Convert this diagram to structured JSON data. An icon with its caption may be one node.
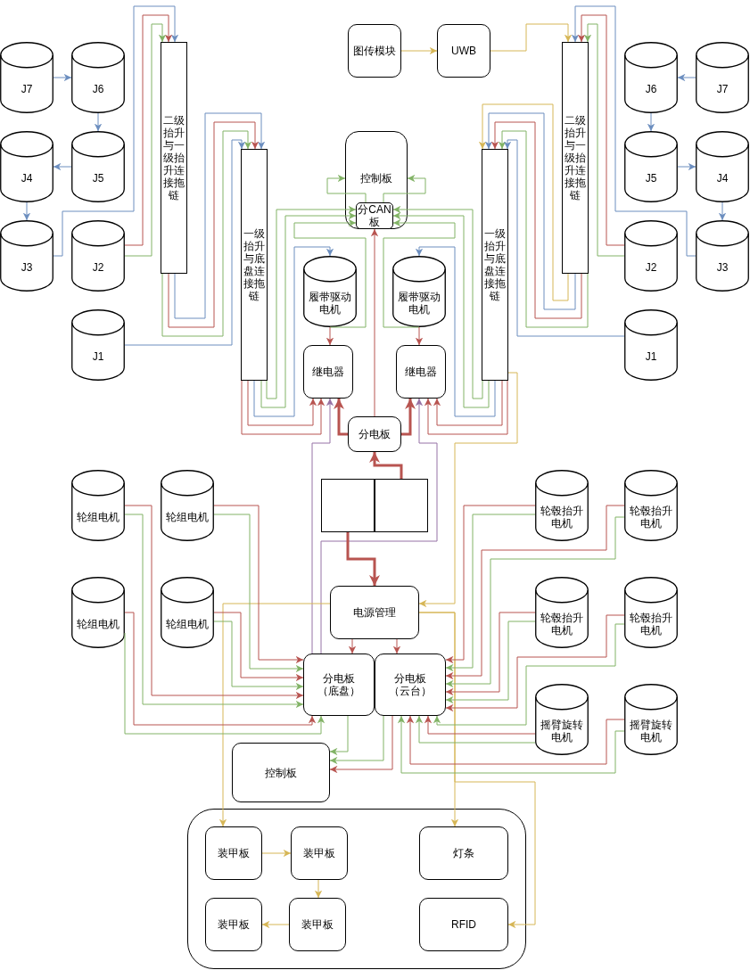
{
  "diagram": {
    "nodes": [
      {
        "text": [
          "J7"
        ]
      },
      {
        "text": [
          "J6"
        ]
      },
      {
        "text": [
          "二级抬升与一级抬升连接拖链"
        ]
      },
      {
        "text": [
          "图传模块"
        ]
      },
      {
        "text": [
          "UWB"
        ]
      },
      {
        "text": [
          "二级抬升与一级抬升连接拖链"
        ]
      },
      {
        "text": [
          "J6"
        ]
      },
      {
        "text": [
          "J7"
        ]
      },
      {
        "text": [
          "J4"
        ]
      },
      {
        "text": [
          "J5"
        ]
      },
      {
        "text": [
          "控制板"
        ]
      },
      {
        "text": [
          "分CAN板"
        ],
        "in": 10
      },
      {
        "text": [
          "一级抬升与底盘连接拖链"
        ]
      },
      {
        "text": [
          "一级抬升与底盘连接拖链"
        ]
      },
      {
        "text": [
          "J5"
        ]
      },
      {
        "text": [
          "J4"
        ]
      },
      {
        "text": [
          "J3"
        ]
      },
      {
        "text": [
          "J2"
        ]
      },
      {
        "text": [
          "J2"
        ]
      },
      {
        "text": [
          "J3"
        ]
      },
      {
        "text": [
          "履带驱动电机"
        ]
      },
      {
        "text": [
          "履带驱动电机"
        ]
      },
      {
        "text": [
          "J1"
        ]
      },
      {
        "text": [
          "J1"
        ]
      },
      {
        "text": [
          "继电器"
        ]
      },
      {
        "text": [
          "继电器"
        ]
      },
      {
        "text": [
          "分电板"
        ]
      },
      {
        "text": [],
        "shape": "box"
      },
      {
        "text": [],
        "shape": "box"
      },
      {
        "text": [
          "轮组电机"
        ]
      },
      {
        "text": [
          "轮组电机"
        ]
      },
      {
        "text": [
          "轮毂抬升电机"
        ]
      },
      {
        "text": [
          "轮毂抬升电机"
        ]
      },
      {
        "text": [
          "轮组电机"
        ]
      },
      {
        "text": [
          "轮组电机"
        ]
      },
      {
        "text": [
          "电源管理"
        ]
      },
      {
        "text": [
          "轮毂抬升电机"
        ]
      },
      {
        "text": [
          "轮毂抬升电机"
        ]
      },
      {
        "text": [
          "分电板（底盘）"
        ]
      },
      {
        "text": [
          "分电板（云台）"
        ]
      },
      {
        "text": [
          "摇臂旋转电机"
        ]
      },
      {
        "text": [
          "摇臂旋转电机"
        ]
      },
      {
        "text": [
          "控制板"
        ]
      },
      {
        "text": [],
        "shape": "box"
      },
      {
        "text": [
          "装甲板"
        ],
        "in": 43
      },
      {
        "text": [
          "装甲板"
        ],
        "in": 43
      },
      {
        "text": [
          "灯条"
        ],
        "in": 43
      },
      {
        "text": [
          "装甲板"
        ],
        "in": 43
      },
      {
        "text": [
          "装甲板"
        ],
        "in": 43
      },
      {
        "text": [
          "RFID"
        ],
        "in": 43
      }
    ],
    "edges": [
      {
        "from": 0,
        "to": 1,
        "arrow": "to",
        "color": "#6c8ebf"
      },
      {
        "from": 1,
        "to": 9,
        "arrow": "to",
        "color": "#6c8ebf"
      },
      {
        "from": 9,
        "to": 8,
        "arrow": "to",
        "color": "#6c8ebf"
      },
      {
        "from": 8,
        "to": 16,
        "arrow": "to",
        "color": "#6c8ebf"
      },
      {
        "from": 16,
        "to": 2,
        "arrow": "to",
        "color": "#6c8ebf"
      },
      {
        "from": 17,
        "to": 2,
        "arrow": "to"
      },
      {
        "from": 17,
        "to": 2,
        "arrow": "to",
        "color": "#82b366"
      },
      {
        "from": 2,
        "to": 12,
        "arrow": "to",
        "color": "#6c8ebf"
      },
      {
        "from": 2,
        "to": 12,
        "arrow": "to"
      },
      {
        "from": 2,
        "to": 12,
        "arrow": "to",
        "color": "#82b366"
      },
      {
        "from": 22,
        "to": 12,
        "arrow": "to",
        "color": "#6c8ebf"
      },
      {
        "from": 12,
        "to": 24,
        "arrow": "to"
      },
      {
        "from": 12,
        "to": 24,
        "arrow": "to"
      },
      {
        "from": 12,
        "to": 20,
        "arrow": "to",
        "color": "#6c8ebf"
      },
      {
        "from": 12,
        "to": 11,
        "arrow": "to",
        "color": "#82b366"
      },
      {
        "from": 12,
        "to": 11,
        "arrow": "to",
        "color": "#82b366"
      },
      {
        "from": 20,
        "to": 11,
        "arrow": "to",
        "color": "#82b366"
      },
      {
        "from": 11,
        "to": 10,
        "arrow": "to",
        "color": "#82b366"
      },
      {
        "from": 11,
        "to": 10,
        "arrow": "to",
        "color": "#82b366"
      },
      {
        "from": 3,
        "to": 4,
        "arrow": "to",
        "color": "#d6b656"
      },
      {
        "from": 4,
        "to": 5,
        "arrow": "to",
        "color": "#d6b656"
      },
      {
        "from": 7,
        "to": 6,
        "arrow": "to",
        "color": "#6c8ebf"
      },
      {
        "from": 6,
        "to": 14,
        "arrow": "to",
        "color": "#6c8ebf"
      },
      {
        "from": 14,
        "to": 15,
        "arrow": "to",
        "color": "#6c8ebf"
      },
      {
        "from": 15,
        "to": 19,
        "arrow": "to",
        "color": "#6c8ebf"
      },
      {
        "from": 19,
        "to": 5,
        "arrow": "to",
        "color": "#6c8ebf"
      },
      {
        "from": 18,
        "to": 5,
        "arrow": "to"
      },
      {
        "from": 18,
        "to": 5,
        "arrow": "to",
        "color": "#82b366"
      },
      {
        "from": 5,
        "to": 13,
        "arrow": "to",
        "color": "#d6b656"
      },
      {
        "from": 5,
        "to": 13,
        "arrow": "to",
        "color": "#6c8ebf"
      },
      {
        "from": 5,
        "to": 13,
        "arrow": "to"
      },
      {
        "from": 5,
        "to": 13,
        "arrow": "to",
        "color": "#82b366"
      },
      {
        "from": 23,
        "to": 13,
        "arrow": "to",
        "color": "#6c8ebf"
      },
      {
        "from": 13,
        "to": 11,
        "arrow": "to",
        "color": "#82b366"
      },
      {
        "from": 13,
        "to": 11,
        "arrow": "to",
        "color": "#82b366"
      },
      {
        "from": 13,
        "to": 21,
        "arrow": "to",
        "color": "#6c8ebf"
      },
      {
        "from": 13,
        "to": 25,
        "arrow": "to"
      },
      {
        "from": 13,
        "to": 25,
        "arrow": "to"
      },
      {
        "from": 21,
        "to": 11,
        "arrow": "to",
        "color": "#82b366"
      },
      {
        "from": 13,
        "to": 35,
        "arrow": "to",
        "color": "#d6b656"
      },
      {
        "from": 20,
        "to": 24,
        "arrow": "to"
      },
      {
        "from": 21,
        "to": 25,
        "arrow": "to"
      },
      {
        "from": 26,
        "to": 11,
        "arrow": "to"
      },
      {
        "from": 26,
        "to": 24,
        "arrow": "to",
        "style": "thick"
      },
      {
        "from": 26,
        "to": 25,
        "arrow": "to",
        "style": "thick"
      },
      {
        "from": 38,
        "to": 24,
        "arrow": "to",
        "color": "#9673a6"
      },
      {
        "from": 38,
        "to": 25,
        "arrow": "to",
        "color": "#9673a6"
      },
      {
        "from": 28,
        "to": 26,
        "arrow": "to",
        "style": "thick"
      },
      {
        "from": 27,
        "to": 35,
        "arrow": "to",
        "style": "thick"
      },
      {
        "from": 35,
        "to": 38,
        "arrow": "to"
      },
      {
        "from": 35,
        "to": 39,
        "arrow": "to"
      },
      {
        "from": 35,
        "to": 44,
        "arrow": "to",
        "color": "#d6b656"
      },
      {
        "from": 35,
        "to": 46,
        "arrow": "to",
        "color": "#d6b656"
      },
      {
        "from": 35,
        "to": 49,
        "arrow": "to",
        "color": "#d6b656"
      },
      {
        "from": 44,
        "to": 45,
        "arrow": "to",
        "color": "#d6b656"
      },
      {
        "from": 45,
        "to": 48,
        "arrow": "to",
        "color": "#d6b656"
      },
      {
        "from": 48,
        "to": 47,
        "arrow": "to",
        "color": "#d6b656"
      },
      {
        "from": 29,
        "to": 38,
        "arrow": "to"
      },
      {
        "from": 29,
        "to": 38,
        "arrow": "to",
        "color": "#82b366"
      },
      {
        "from": 30,
        "to": 38,
        "arrow": "to"
      },
      {
        "from": 30,
        "to": 38,
        "arrow": "to",
        "color": "#82b366"
      },
      {
        "from": 33,
        "to": 38,
        "arrow": "to"
      },
      {
        "from": 33,
        "to": 38,
        "arrow": "to",
        "color": "#82b366"
      },
      {
        "from": 34,
        "to": 38,
        "arrow": "to"
      },
      {
        "from": 34,
        "to": 38,
        "arrow": "to",
        "color": "#82b366"
      },
      {
        "from": 31,
        "to": 39,
        "arrow": "to"
      },
      {
        "from": 31,
        "to": 39,
        "arrow": "to",
        "color": "#82b366"
      },
      {
        "from": 32,
        "to": 39,
        "arrow": "to"
      },
      {
        "from": 32,
        "to": 39,
        "arrow": "to",
        "color": "#82b366"
      },
      {
        "from": 36,
        "to": 39,
        "arrow": "to"
      },
      {
        "from": 36,
        "to": 39,
        "arrow": "to",
        "color": "#82b366"
      },
      {
        "from": 37,
        "to": 39,
        "arrow": "to"
      },
      {
        "from": 37,
        "to": 39,
        "arrow": "to",
        "color": "#82b366"
      },
      {
        "from": 40,
        "to": 39,
        "arrow": "to"
      },
      {
        "from": 40,
        "to": 39,
        "arrow": "to",
        "color": "#82b366"
      },
      {
        "from": 41,
        "to": 39,
        "arrow": "to"
      },
      {
        "from": 41,
        "to": 39,
        "arrow": "to",
        "color": "#82b366"
      },
      {
        "from": 38,
        "to": 42,
        "arrow": "to",
        "color": "#82b366"
      },
      {
        "from": 39,
        "to": 42,
        "arrow": "to",
        "color": "#82b366"
      },
      {
        "from": 39,
        "to": 42,
        "arrow": "to"
      }
    ]
  }
}
